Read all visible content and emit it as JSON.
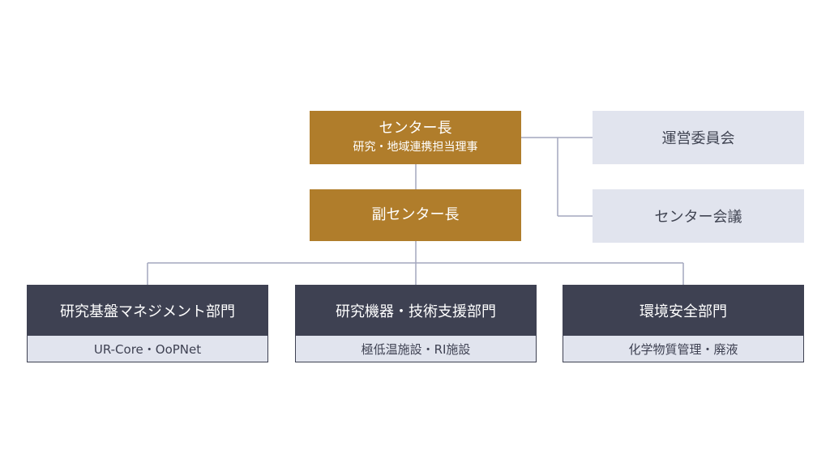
{
  "director": {
    "title": "センター長",
    "subtitle": "研究・地域連携担当理事"
  },
  "deputy": {
    "title": "副センター長"
  },
  "committees": [
    {
      "label": "運営委員会"
    },
    {
      "label": "センター会議"
    }
  ],
  "departments": [
    {
      "name": "研究基盤マネジメント部門",
      "sub": "UR-Core・OoPNet"
    },
    {
      "name": "研究機器・技術支援部門",
      "sub": "極低温施設・RI施設"
    },
    {
      "name": "環境安全部門",
      "sub": "化学物質管理・廃液"
    }
  ],
  "colors": {
    "gold": "#b07d2b",
    "navy": "#3e4152",
    "pale": "#e1e4ee",
    "line": "#a3a7be"
  }
}
